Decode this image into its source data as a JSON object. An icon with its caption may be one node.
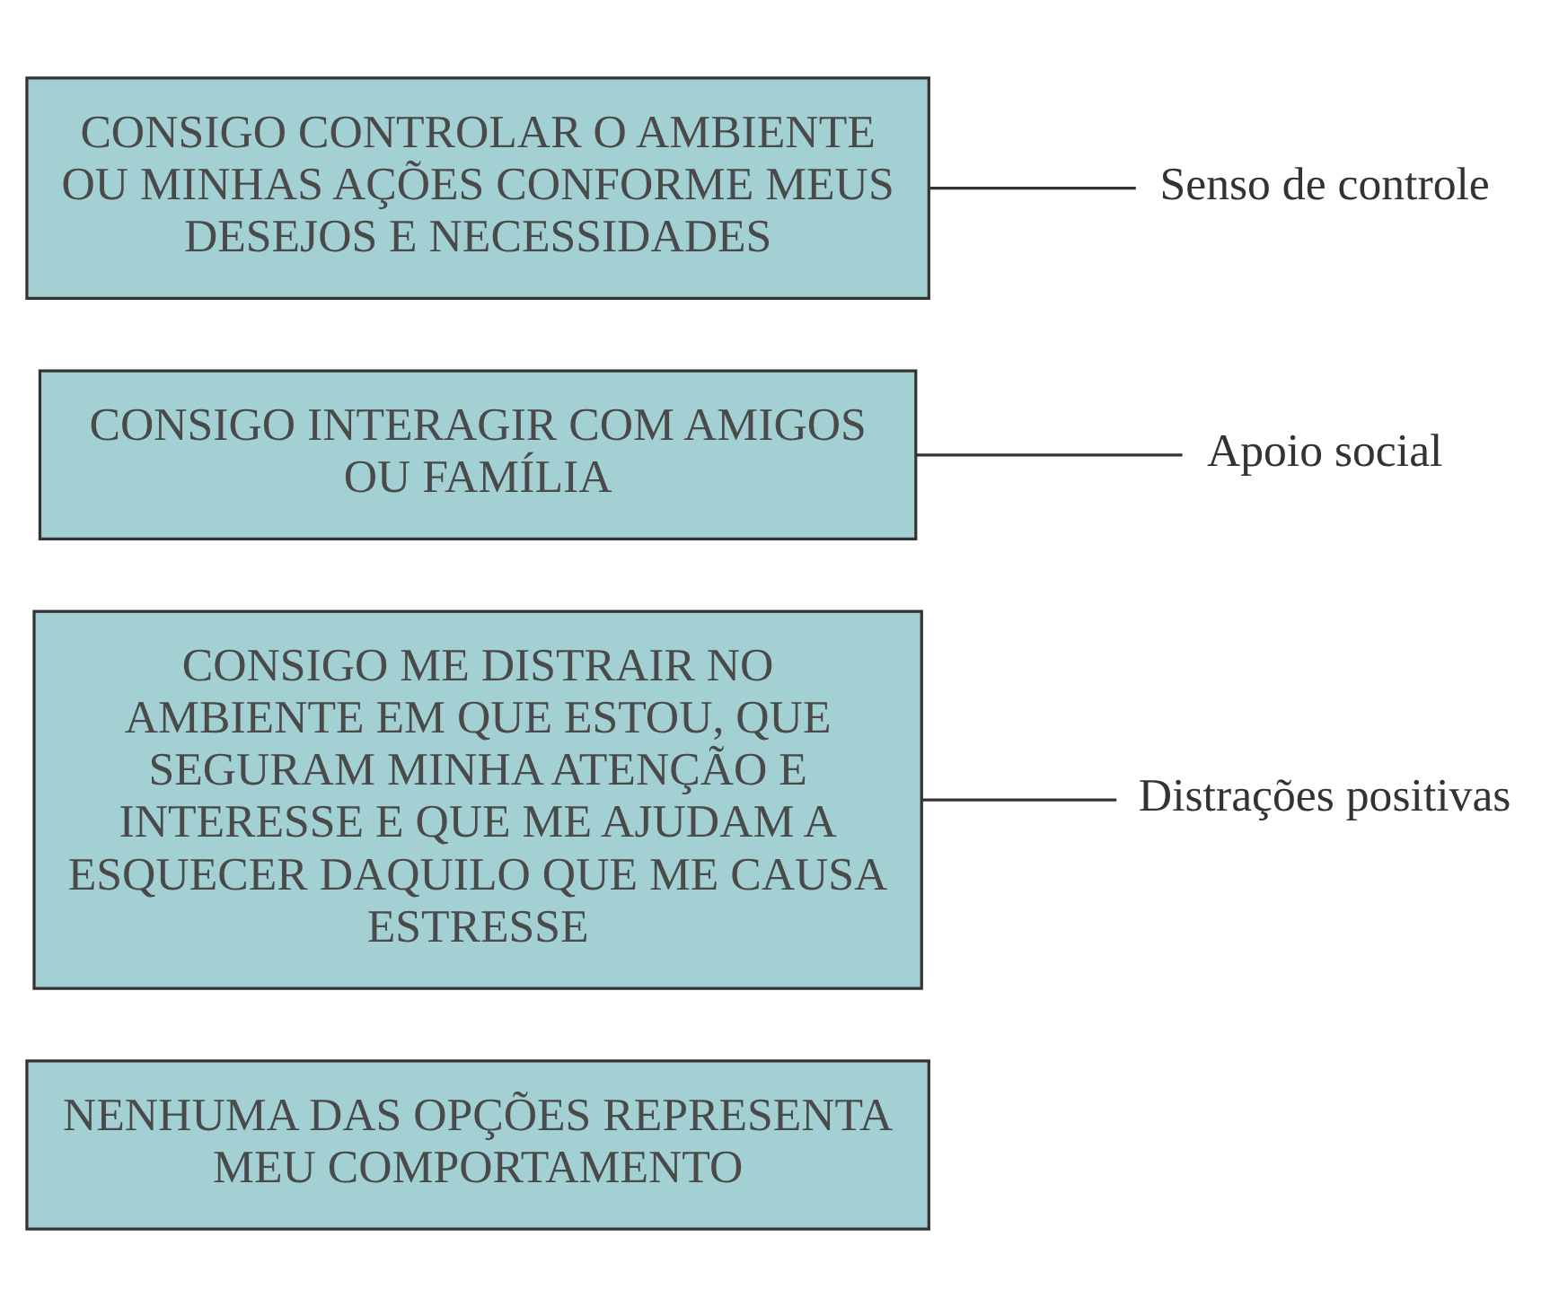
{
  "diagram": {
    "nodes": [
      {
        "text": [
          "CONSIGO CONTROLAR O AMBIENTE OU MINHAS AÇÕES CONFORME MEUS DESEJOS E NECESSIDADES"
        ]
      },
      {
        "text": [
          "Senso de controle"
        ]
      },
      {
        "text": [
          "CONSIGO INTERAGIR COM AMIGOS OU FAMÍLIA"
        ]
      },
      {
        "text": [
          "Apoio social"
        ]
      },
      {
        "text": [
          "CONSIGO ME DISTRAIR NO AMBIENTE EM QUE ESTOU, QUE SEGURAM MINHA ATENÇÃO E INTERESSE E QUE ME AJUDAM A ESQUECER DAQUILO QUE ME CAUSA ESTRESSE"
        ]
      },
      {
        "text": [
          "Distrações positivas"
        ]
      },
      {
        "text": [
          "NENHUMA DAS OPÇÕES REPRESENTA MEU COMPORTAMENTO"
        ]
      }
    ],
    "edges": [
      {
        "from": 0,
        "to": 1,
        "arrow": "none"
      },
      {
        "from": 2,
        "to": 3,
        "arrow": "none"
      },
      {
        "from": 4,
        "to": 5,
        "arrow": "none"
      }
    ]
  }
}
